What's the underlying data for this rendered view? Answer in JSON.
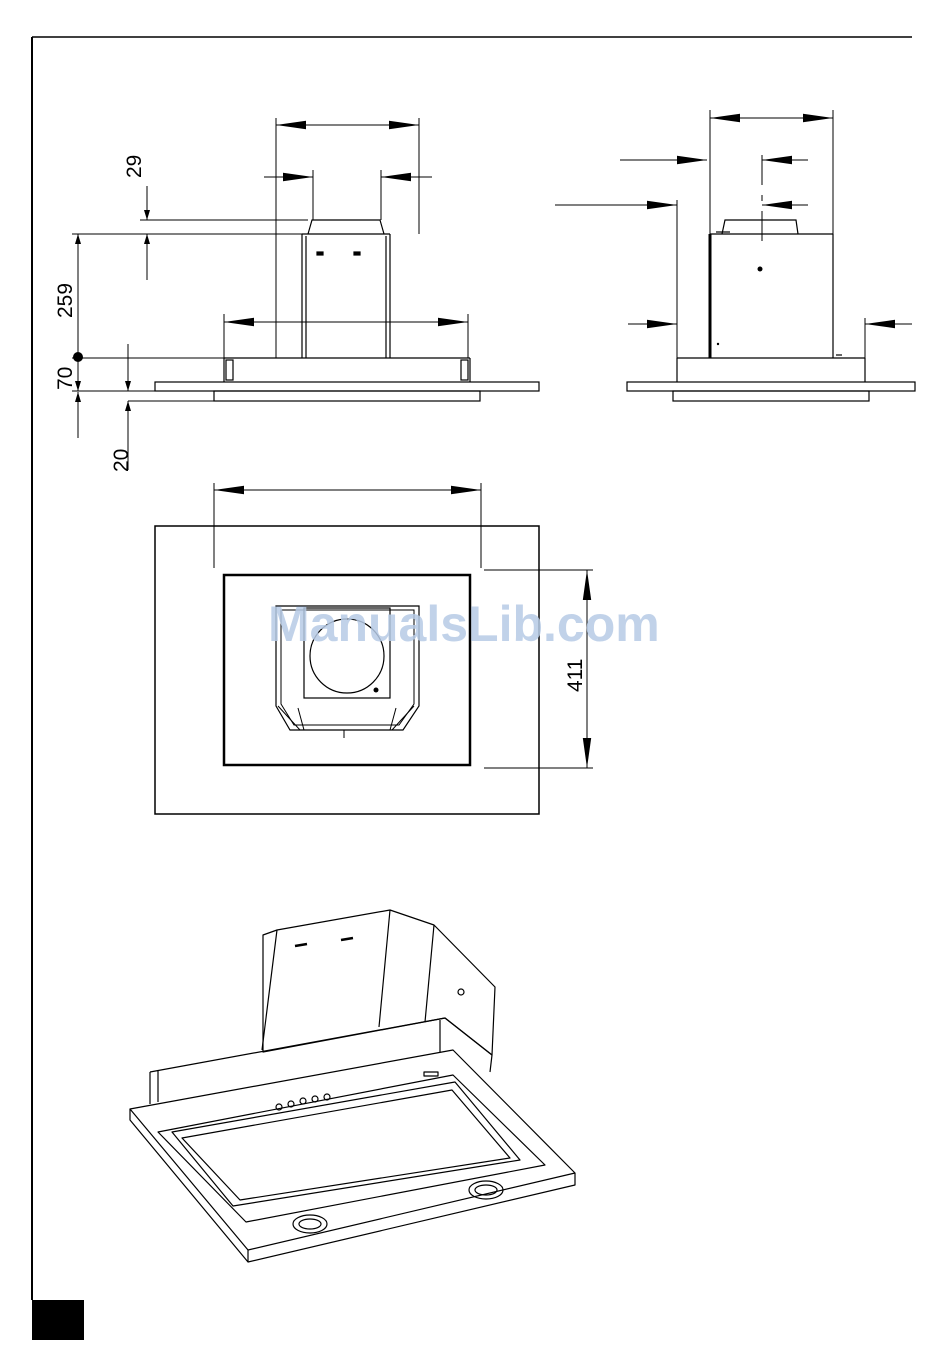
{
  "dimensions": {
    "d29": "29",
    "d259": "259",
    "d70": "70",
    "d20": "20",
    "d411": "411"
  },
  "watermark": "ManualsLib.com",
  "colors": {
    "line": "#000000",
    "watermark": "#b7cbe6",
    "page_tab": "#000000"
  },
  "views": [
    "front-elevation",
    "side-elevation",
    "top-plan",
    "isometric-view"
  ]
}
